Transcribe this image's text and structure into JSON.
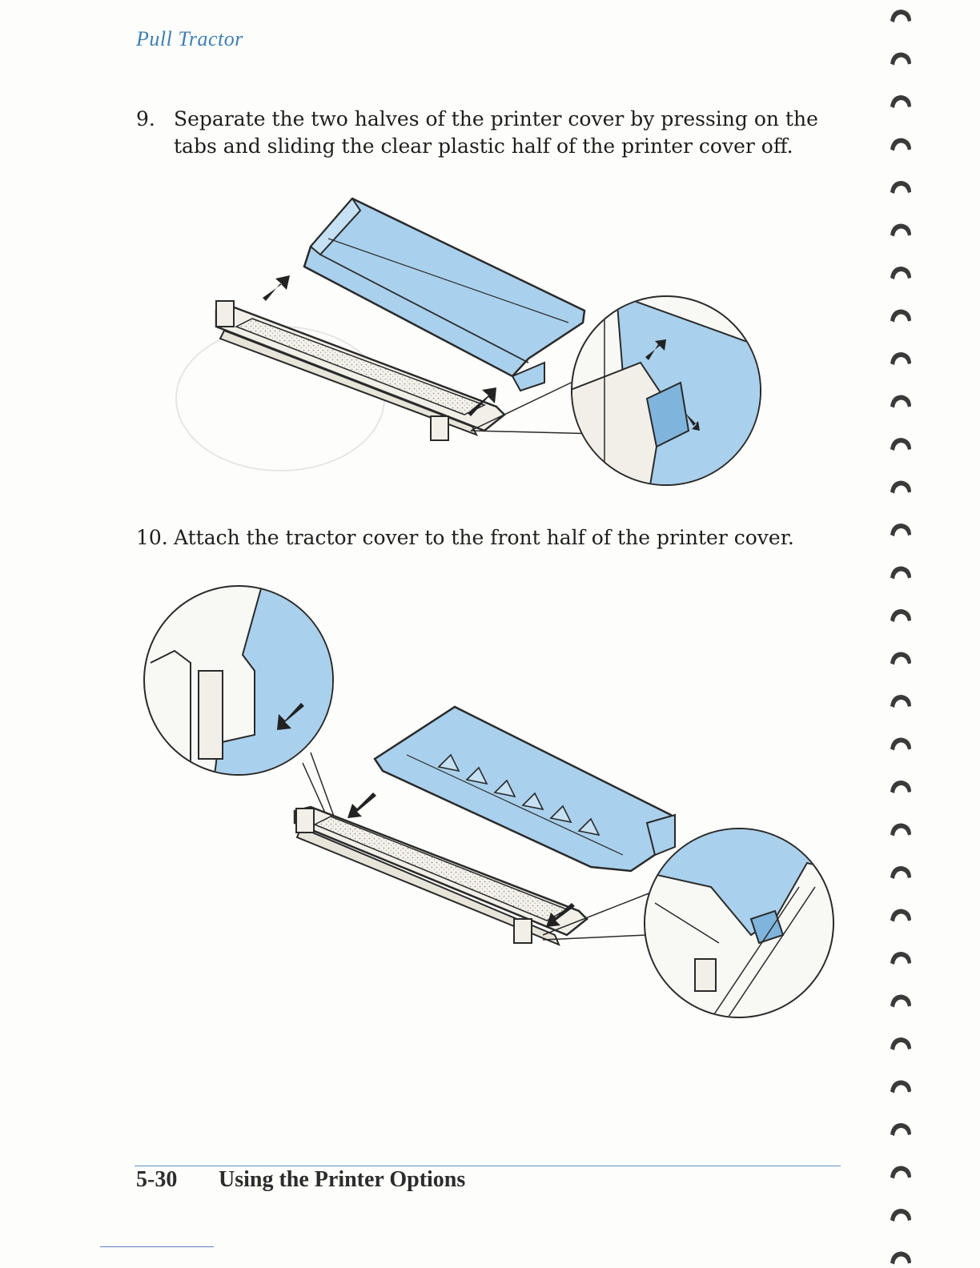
{
  "header": {
    "section": "Pull Tractor"
  },
  "steps": [
    {
      "number": "9.",
      "text": "Separate the two halves of the printer cover by pressing on the tabs and sliding the clear plastic half of the printer cover off."
    },
    {
      "number": "10.",
      "text": "Attach the tractor cover to the front half of the printer cover."
    }
  ],
  "footer": {
    "page": "5-30",
    "title": "Using the Printer Options"
  },
  "colors": {
    "accent": "#3f7fb4",
    "cover_fill": "#a9d0ec",
    "line": "#2a2a2a"
  },
  "icons": {
    "direction_arrow": "arrow-icon",
    "binding": "spiral-binding"
  }
}
